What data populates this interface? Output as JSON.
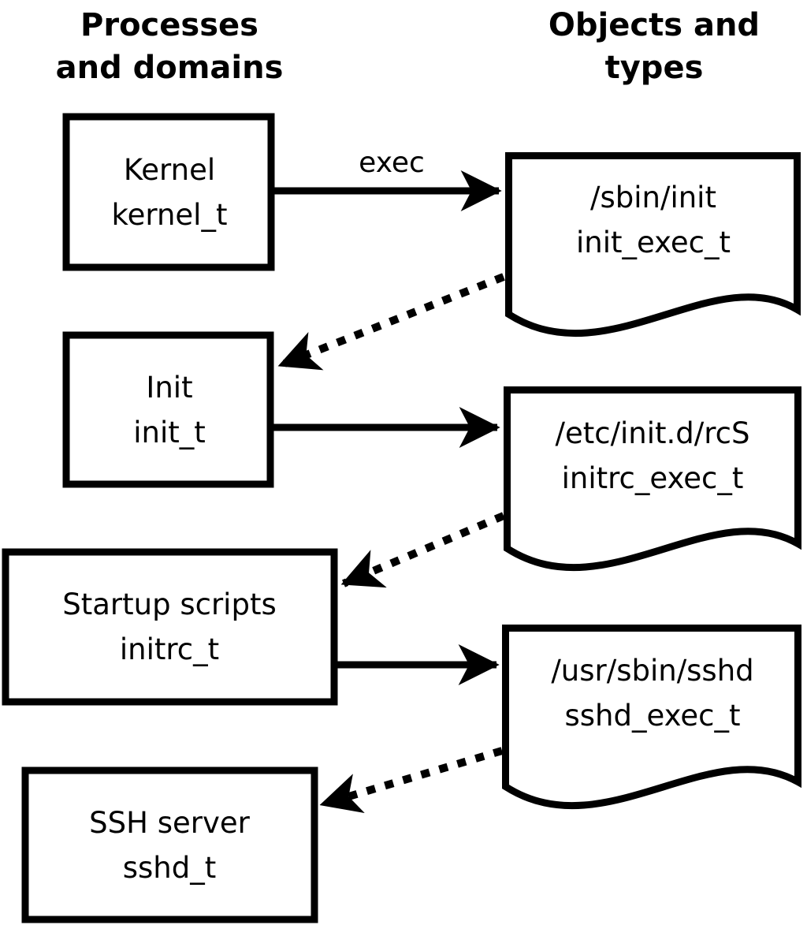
{
  "page": {
    "background_color": "#ffffff",
    "foreground_color": "#000000"
  },
  "diagram": {
    "left_column_header": {
      "line1": "Processes",
      "line2": "and domains"
    },
    "right_column_header": {
      "line1": "Objects and",
      "line2": "types"
    },
    "process_nodes": [
      {
        "name": "Kernel",
        "domain": "kernel_t"
      },
      {
        "name": "Init",
        "domain": "init_t"
      },
      {
        "name": "Startup scripts",
        "domain": "initrc_t"
      },
      {
        "name": "SSH server",
        "domain": "sshd_t"
      }
    ],
    "object_nodes": [
      {
        "path": "/sbin/init",
        "type": "init_exec_t"
      },
      {
        "path": "/etc/init.d/rcS",
        "type": "initrc_exec_t"
      },
      {
        "path": "/usr/sbin/sshd",
        "type": "sshd_exec_t"
      }
    ],
    "edges": [
      {
        "from": "Kernel kernel_t",
        "to": "/sbin/init init_exec_t",
        "label": "exec",
        "style": "solid"
      },
      {
        "from": "/sbin/init init_exec_t",
        "to": "Init init_t",
        "label": "",
        "style": "dotted"
      },
      {
        "from": "Init init_t",
        "to": "/etc/init.d/rcS initrc_exec_t",
        "label": "",
        "style": "solid"
      },
      {
        "from": "/etc/init.d/rcS initrc_exec_t",
        "to": "Startup scripts initrc_t",
        "label": "",
        "style": "dotted"
      },
      {
        "from": "Startup scripts initrc_t",
        "to": "/usr/sbin/sshd sshd_exec_t",
        "label": "",
        "style": "solid"
      },
      {
        "from": "/usr/sbin/sshd sshd_exec_t",
        "to": "SSH server sshd_t",
        "label": "",
        "style": "dotted"
      }
    ]
  }
}
